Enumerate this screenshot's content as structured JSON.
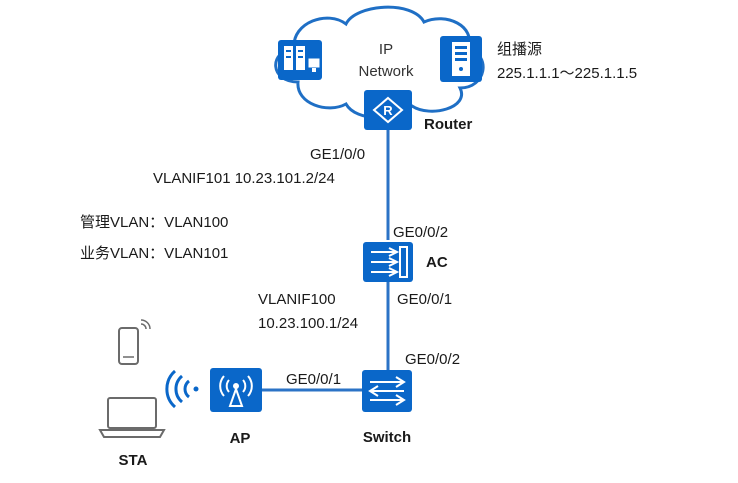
{
  "colors": {
    "device_blue": "#0a67c9",
    "cloud_border": "#1f6fc5",
    "link_blue": "#2b73c6",
    "gray": "#6b6b6b"
  },
  "cloud": {
    "line1": "IP",
    "line2": "Network"
  },
  "multicast_source": {
    "title": "组播源",
    "range": "225.1.1.1～225.1.1.5"
  },
  "router": {
    "label": "Router",
    "port_up": "GE1/0/0",
    "vlanif": "VLANIF101 10.23.101.2/24"
  },
  "vlans": {
    "mgmt": "管理VLAN：VLAN100",
    "service": "业务VLAN：VLAN101"
  },
  "ac": {
    "label": "AC",
    "port_top": "GE0/0/2",
    "port_bottom": "GE0/0/1",
    "vlanif_line1": "VLANIF100",
    "vlanif_line2": "10.23.100.1/24"
  },
  "switch": {
    "label": "Switch",
    "port_top": "GE0/0/2",
    "port_left": "GE0/0/1"
  },
  "ap": {
    "label": "AP"
  },
  "sta": {
    "label": "STA"
  },
  "icons": [
    "server-cluster-icon",
    "server-icon",
    "router-icon",
    "ac-icon",
    "switch-icon",
    "ap-icon",
    "phone-icon",
    "laptop-icon",
    "wifi-signal-icon"
  ]
}
